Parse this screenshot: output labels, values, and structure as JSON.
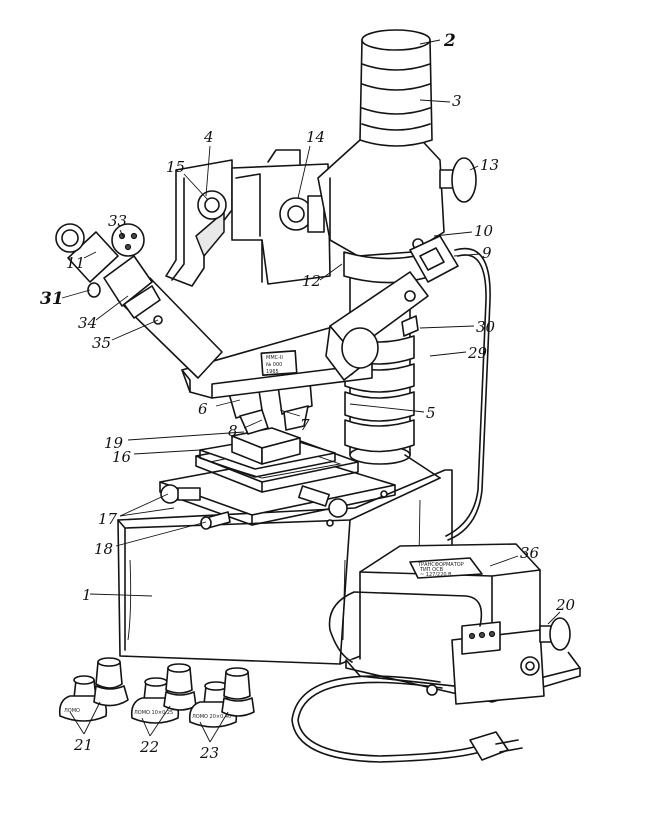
{
  "figure": {
    "callouts": [
      {
        "label": "2",
        "bold": true
      },
      {
        "label": "3"
      },
      {
        "label": "4"
      },
      {
        "label": "14"
      },
      {
        "label": "15"
      },
      {
        "label": "13"
      },
      {
        "label": "33"
      },
      {
        "label": "10"
      },
      {
        "label": "9"
      },
      {
        "label": "11"
      },
      {
        "label": "12"
      },
      {
        "label": "31",
        "bold": true
      },
      {
        "label": "34"
      },
      {
        "label": "35"
      },
      {
        "label": "30"
      },
      {
        "label": "29"
      },
      {
        "label": "6"
      },
      {
        "label": "5"
      },
      {
        "label": "8"
      },
      {
        "label": "7"
      },
      {
        "label": "19"
      },
      {
        "label": "16"
      },
      {
        "label": "17"
      },
      {
        "label": "18"
      },
      {
        "label": "36"
      },
      {
        "label": "1"
      },
      {
        "label": "20"
      },
      {
        "label": "21"
      },
      {
        "label": "22"
      },
      {
        "label": "23"
      }
    ],
    "nameplate_text": [
      "ММС-II",
      "№ 000",
      "1965"
    ],
    "transformer_plate_text": [
      "ТРАНСФОРМАТОР",
      "ТИП ОСВ",
      "~ 127/220 В"
    ],
    "objective_marks": [
      "ЛОМО",
      "ЛОМО 10×0,25",
      "ЛОМО 20×0,40"
    ]
  }
}
